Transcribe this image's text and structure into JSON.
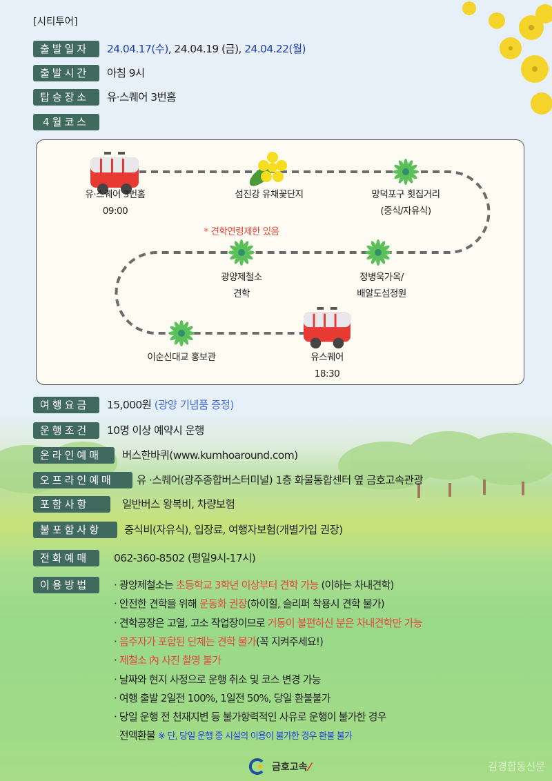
{
  "header": {
    "category": "[시티투어]"
  },
  "info": {
    "date": {
      "label": "출발일자",
      "values": [
        {
          "text": "24.04.17(수)",
          "color": "blue"
        },
        {
          "text": ", 24.04.19 (금), ",
          "color": "black"
        },
        {
          "text": "24.04.22(월)",
          "color": "blue"
        }
      ]
    },
    "time": {
      "label": "출발시간",
      "value": "아침 9시"
    },
    "place": {
      "label": "탑승장소",
      "value": "유·스퀘어 3번홈"
    },
    "course": {
      "label": "4월코스"
    }
  },
  "map": {
    "stops": [
      {
        "name": "유·스퀘어 3번홈",
        "sub": "09:00",
        "icon": "bus-icon"
      },
      {
        "name": "섬진강 유채꽃단지",
        "sub": "",
        "icon": "yellow-flower-icon"
      },
      {
        "name": "망덕포구 횟집거리",
        "sub": "(중식/자유식)",
        "icon": "green-flower-icon"
      },
      {
        "name": "정병욱가옥/",
        "sub": "배알도섬정원",
        "icon": "green-flower-icon"
      },
      {
        "name": "광양제철소",
        "sub": "견학",
        "icon": "green-flower-icon"
      },
      {
        "name": "이순신대교 홍보관",
        "sub": "",
        "icon": "green-flower-icon"
      },
      {
        "name": "유스퀘어",
        "sub": "18:30",
        "icon": "bus-icon"
      }
    ],
    "note": "* 견학연령제한 있음",
    "colors": {
      "bus": "#e63a33",
      "path": "#6b6b6b",
      "flower_green": "#5cc05a",
      "flower_yellow": "#f6dd1f"
    }
  },
  "details": {
    "fare": {
      "label": "여행요금",
      "value": "15,000원",
      "note": "(광양 기념품 증정)"
    },
    "condition": {
      "label": "운행조건",
      "value": "10명 이상 예약시 운행"
    },
    "online": {
      "label": "온라인예매",
      "value": "버스한바퀴(www.kumhoaround.com)"
    },
    "offline": {
      "label": "오프라인예매",
      "value": "유 ·스퀘어(광주종합버스터미널) 1층 화물통합센터 옆 금호고속관광"
    },
    "included": {
      "label": "포함사항",
      "value": "일반버스 왕복비, 차량보험"
    },
    "excluded": {
      "label": "불포함사항",
      "value": "중식비(자유식), 입장료, 여행자보험(개별가입 권장)"
    },
    "phone": {
      "label": "전화예매",
      "value": "062-360-8502 (평일9시-17시)"
    }
  },
  "usage": {
    "label": "이용방법",
    "lines": [
      [
        {
          "t": "· 광양제철소는 ",
          "c": ""
        },
        {
          "t": "초등학교 3학년 이상부터 견학 가능",
          "c": "red"
        },
        {
          "t": " (이하는 차내견학)",
          "c": ""
        }
      ],
      [
        {
          "t": "· 안전한 견학을 위해 ",
          "c": ""
        },
        {
          "t": "운동화 권장",
          "c": "red"
        },
        {
          "t": "(하이힐, 슬리퍼 착용시 견학 불가)",
          "c": ""
        }
      ],
      [
        {
          "t": "· 견학공장은 고열, 고소 작업장이므로 ",
          "c": ""
        },
        {
          "t": "거동이 불편하신 분은 차내견학만 가능",
          "c": "red"
        }
      ],
      [
        {
          "t": "· ",
          "c": ""
        },
        {
          "t": "음주자가 포함된 단체는 견학 불가",
          "c": "red"
        },
        {
          "t": "(꼭 지켜주세요!)",
          "c": ""
        }
      ],
      [
        {
          "t": "· ",
          "c": ""
        },
        {
          "t": "제철소 內 사진 촬영 불가",
          "c": "red"
        }
      ],
      [
        {
          "t": "· 날짜와 현지 사정으로 운행 취소 및 코스 변경 가능",
          "c": ""
        }
      ],
      [
        {
          "t": "· 여행 출발 2일전 100%, 1일전 50%, 당일 환불불가",
          "c": ""
        }
      ],
      [
        {
          "t": "· 당일 운행 전 천재지변 등 불가항력적인 사유로 운행이 불가한 경우",
          "c": ""
        }
      ],
      [
        {
          "t": "  전액환불 ",
          "c": ""
        },
        {
          "t": "※ 단, 당일 운행 중 시설의 이용이 불가한 경우 환불 불가",
          "c": "blue"
        }
      ]
    ]
  },
  "footer": {
    "logo_text": "금호고속",
    "watermark": "김경합동신문"
  }
}
